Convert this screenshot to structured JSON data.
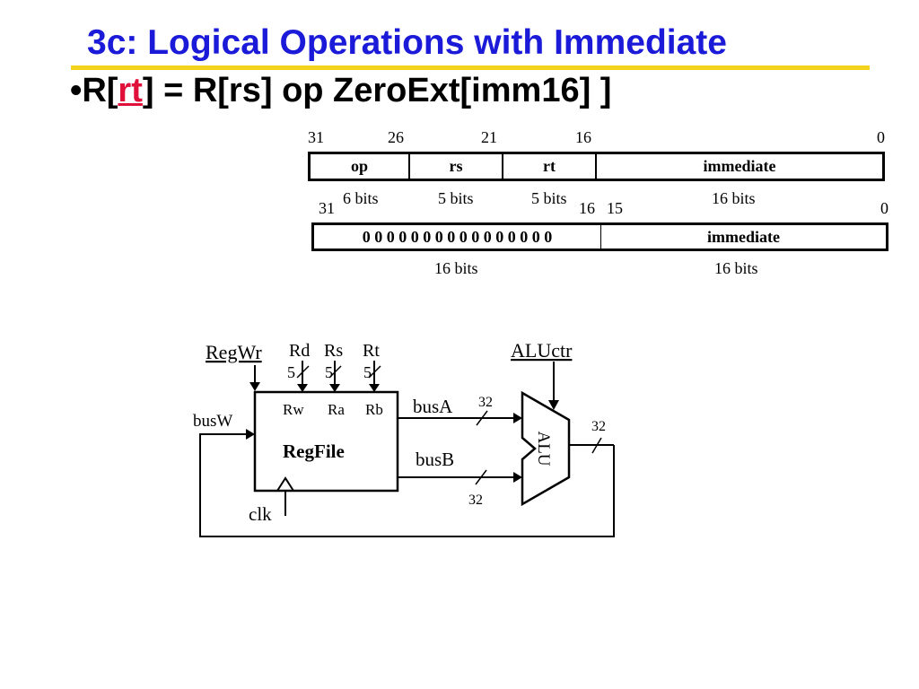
{
  "slide": {
    "title": "3c: Logical Operations with Immediate",
    "accent_color": "#1a1ad8",
    "rule_color": "#f2d21b",
    "bullet_char": "•",
    "bullet_prefix": "R[",
    "bullet_rt": "rt",
    "bullet_suffix": "] = R[rs] op ZeroExt[imm16] ]",
    "rt_color": "#e0103a"
  },
  "instruction_format": {
    "bit_positions": [
      "31",
      "26",
      "21",
      "16",
      "0"
    ],
    "fields": [
      "op",
      "rs",
      "rt",
      "immediate"
    ],
    "field_widths": [
      "6 bits",
      "5 bits",
      "5 bits",
      "16 bits"
    ]
  },
  "zero_ext_format": {
    "bit_positions": [
      "31",
      "16",
      "15",
      "0"
    ],
    "fields": [
      "0 0 0 0 0 0 0 0 0 0 0 0 0 0 0 0",
      "immediate"
    ],
    "field_widths": [
      "16 bits",
      "16 bits"
    ]
  },
  "datapath": {
    "regwr": "RegWr",
    "rd": "Rd",
    "rs": "Rs",
    "rt": "Rt",
    "rd_width": "5",
    "rs_width": "5",
    "rt_width": "5",
    "aluctr": "ALUctr",
    "port_rw": "Rw",
    "port_ra": "Ra",
    "port_rb": "Rb",
    "regfile": "RegFile",
    "busw": "busW",
    "busa": "busA",
    "busb": "busB",
    "busa_width": "32",
    "busb_width": "32",
    "alu_out_width": "32",
    "alu": "ALU",
    "clk": "clk"
  }
}
